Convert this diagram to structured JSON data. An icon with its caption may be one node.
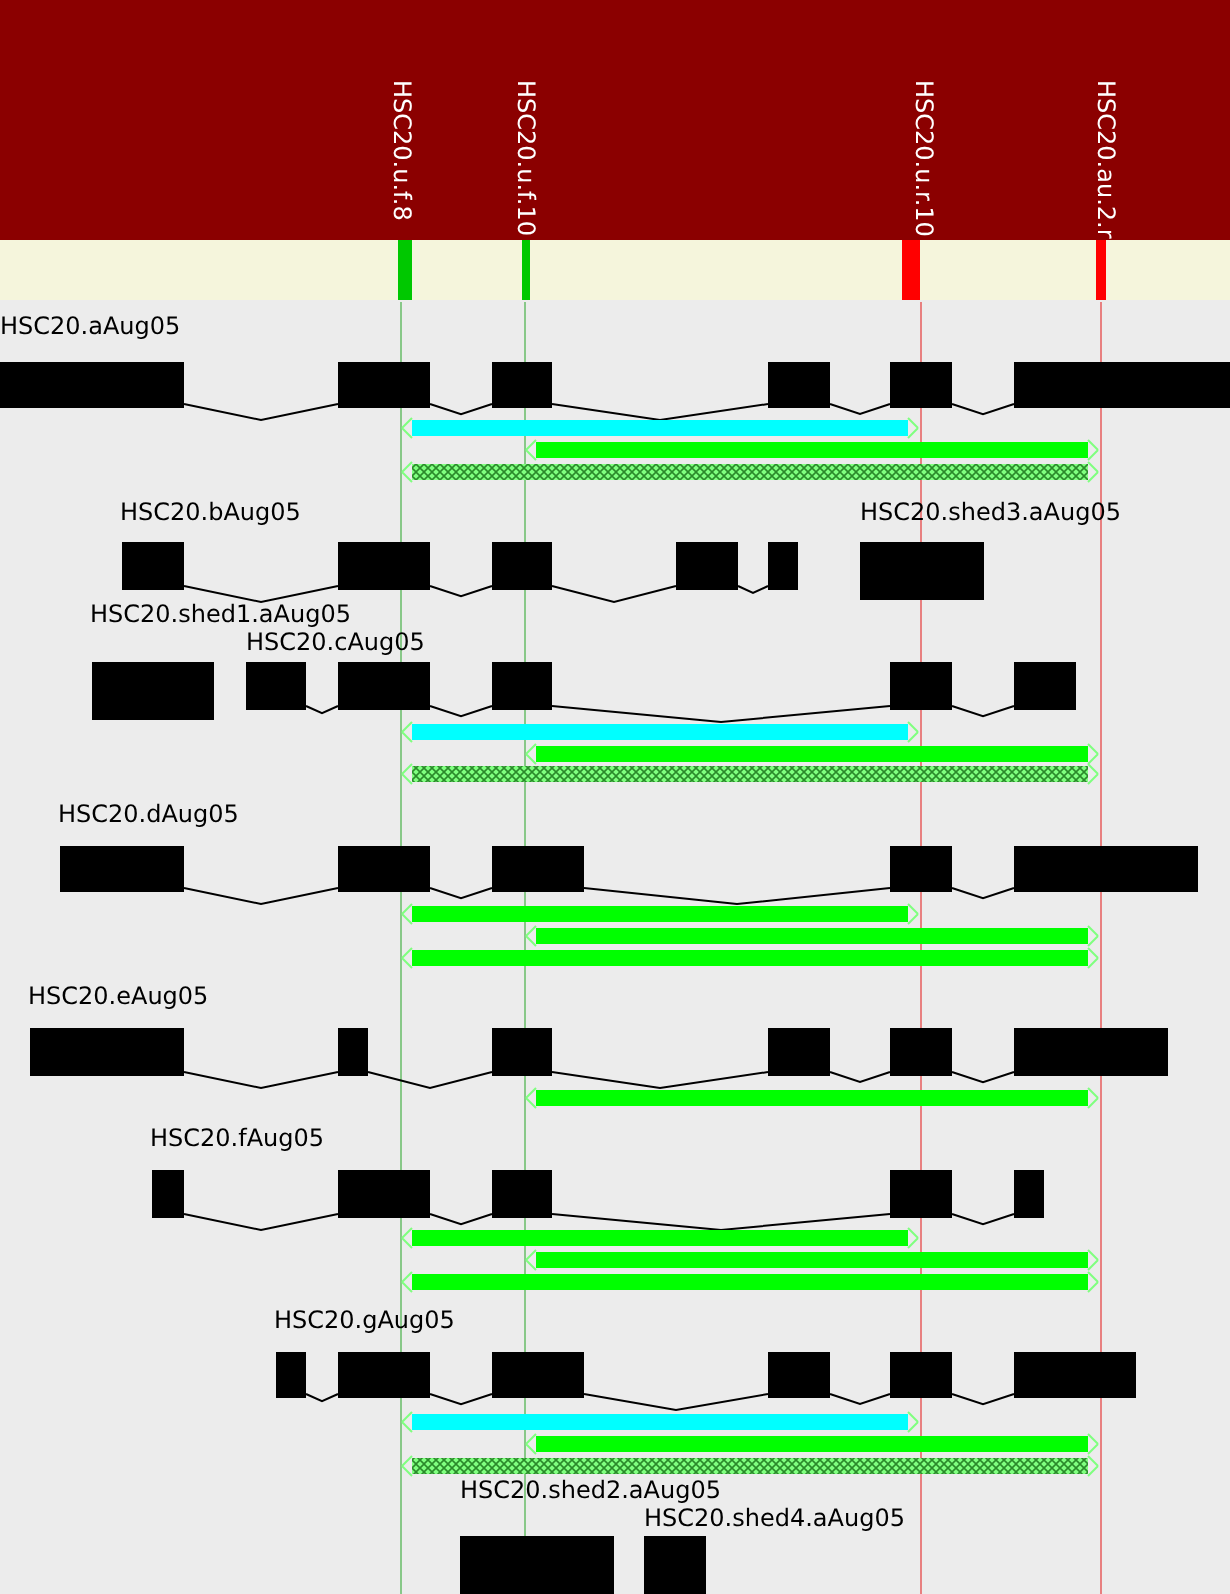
{
  "diagram": {
    "labels": [
      "HSC20.u.f.8",
      "HSC20.u.f.10",
      "HSC20.u.r.10",
      "HSC20.au.2.r",
      "HSC20.aAug05",
      "HSC20.bAug05",
      "HSC20.shed3.aAug05",
      "HSC20.shed1.aAug05",
      "HSC20.cAug05",
      "HSC20.dAug05",
      "HSC20.eAug05",
      "HSC20.fAug05",
      "HSC20.gAug05",
      "HSC20.shed2.aAug05",
      "HSC20.shed4.aAug05"
    ]
  }
}
